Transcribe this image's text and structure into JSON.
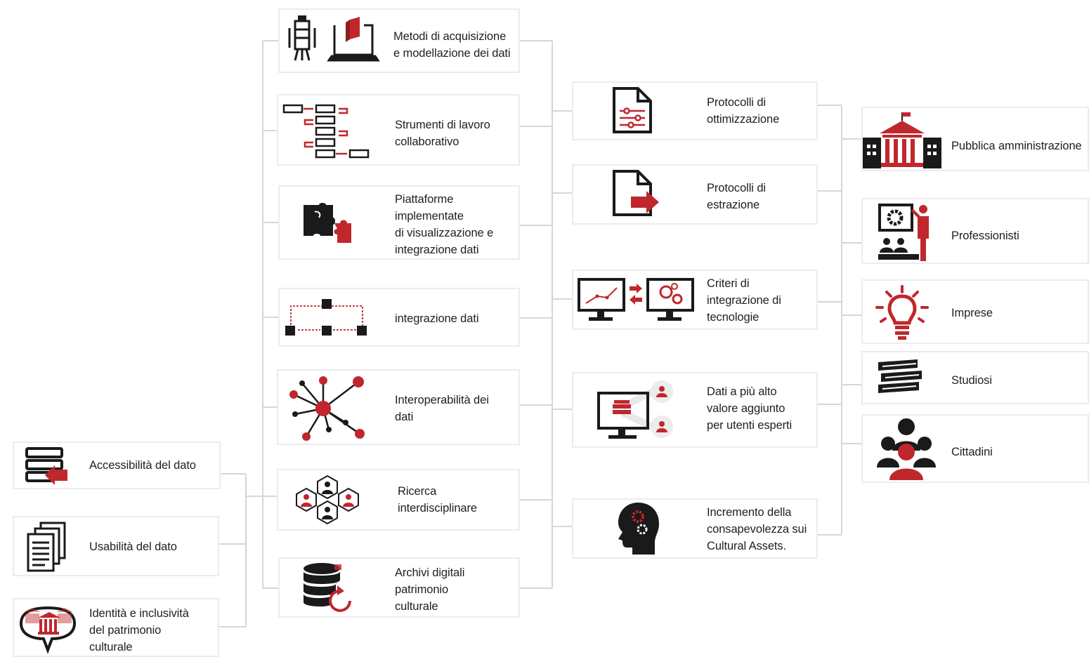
{
  "colors": {
    "red": "#c0272d",
    "dark": "#1a1a1a",
    "border": "#ececec",
    "line": "#d9d9d9"
  },
  "left": [
    {
      "lines": [
        "Accessibilità del dato"
      ],
      "icon": "server-arrow-icon"
    },
    {
      "lines": [
        "Usabilità del dato"
      ],
      "icon": "documents-stack-icon"
    },
    {
      "lines": [
        "Identità e inclusività",
        "del patrimonio",
        "culturale"
      ],
      "icon": "museum-speech-icon"
    }
  ],
  "middle": [
    {
      "lines": [
        "Metodi di acquisizione",
        "e modellazione dei dati"
      ],
      "icon": "scanner-laptop-icon"
    },
    {
      "lines": [
        "Strumenti di lavoro",
        "collaborativo"
      ],
      "icon": "workflow-icon"
    },
    {
      "lines": [
        "Piattaforme",
        "implementate",
        "di visualizzazione e",
        "integrazione dati"
      ],
      "icon": "puzzle-icon"
    },
    {
      "lines": [
        "integrazione dati"
      ],
      "icon": "data-flow-icon"
    },
    {
      "lines": [
        "Interoperabilità dei",
        "dati"
      ],
      "icon": "network-icon"
    },
    {
      "lines": [
        "Ricerca",
        "interdisciplinare"
      ],
      "icon": "hexagon-people-icon"
    },
    {
      "lines": [
        "Archivi digitali",
        "patrimonio",
        "culturale"
      ],
      "icon": "database-refresh-icon"
    }
  ],
  "right": [
    {
      "lines": [
        "Protocolli di",
        "ottimizzazione"
      ],
      "icon": "document-sliders-icon"
    },
    {
      "lines": [
        "Protocolli di",
        "estrazione"
      ],
      "icon": "document-export-icon"
    },
    {
      "lines": [
        "Criteri di",
        "integrazione di",
        "tecnologie"
      ],
      "icon": "two-monitors-icon"
    },
    {
      "lines": [
        "Dati a più alto",
        "valore aggiunto",
        "per utenti esperti"
      ],
      "icon": "monitor-users-icon"
    },
    {
      "lines": [
        "Incremento della",
        "consapevolezza sui",
        "Cultural Assets."
      ],
      "icon": "head-gears-icon"
    }
  ],
  "users": [
    {
      "lines": [
        "Pubblica amministrazione"
      ],
      "icon": "town-hall-icon"
    },
    {
      "lines": [
        "Professionisti"
      ],
      "icon": "presenter-icon"
    },
    {
      "lines": [
        "Imprese"
      ],
      "icon": "lightbulb-icon"
    },
    {
      "lines": [
        "Studiosi"
      ],
      "icon": "books-icon"
    },
    {
      "lines": [
        "Cittadini"
      ],
      "icon": "people-group-icon"
    }
  ]
}
